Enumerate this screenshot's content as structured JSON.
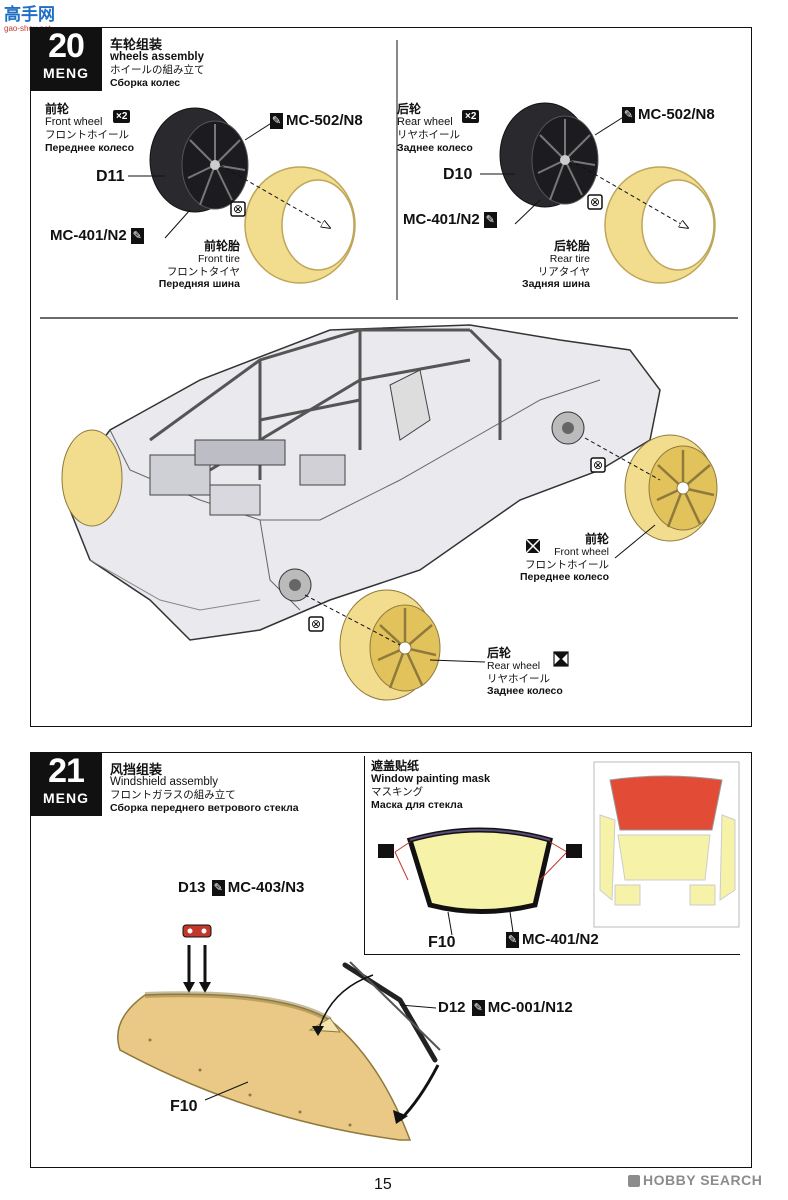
{
  "watermark_top": {
    "glyphs": "高手网",
    "url": "gao-shou.net"
  },
  "step20": {
    "number": "20",
    "brand": "MENG",
    "title_cn": "车轮组装",
    "title_en": "wheels assembly",
    "title_jp": "ホイールの組み立て",
    "title_ru": "Сборка колес",
    "front": {
      "cn": "前轮",
      "en": "Front wheel",
      "jp": "フロントホイール",
      "ru": "Переднее колесо",
      "qty": "×2",
      "part": "D11",
      "paint_outer": "MC-502/N8",
      "paint_inner": "MC-401/N2",
      "tire_cn": "前轮胎",
      "tire_en": "Front tire",
      "tire_jp": "フロントタイヤ",
      "tire_ru": "Передняя шина"
    },
    "rear": {
      "cn": "后轮",
      "en": "Rear wheel",
      "jp": "リヤホイール",
      "ru": "Заднее колесо",
      "qty": "×2",
      "part": "D10",
      "paint_outer": "MC-502/N8",
      "paint_inner": "MC-401/N2",
      "tire_cn": "后轮胎",
      "tire_en": "Rear tire",
      "tire_jp": "リアタイヤ",
      "tire_ru": "Задняя шина"
    },
    "callout_front": {
      "cn": "前轮",
      "en": "Front wheel",
      "jp": "フロントホイール",
      "ru": "Переднее колесо"
    },
    "callout_rear": {
      "cn": "后轮",
      "en": "Rear wheel",
      "jp": "リヤホイール",
      "ru": "Заднее колесо"
    }
  },
  "step21": {
    "number": "21",
    "brand": "MENG",
    "title_cn": "风挡组装",
    "title_en": "Windshield assembly",
    "title_jp": "フロントガラスの組み立て",
    "title_ru": "Сборка переднего ветрового стекла",
    "mask": {
      "cn": "遮盖贴纸",
      "en": "Window painting mask",
      "jp": "マスキング",
      "ru": "Маска для стекла",
      "part": "F10",
      "paint": "MC-401/N2"
    },
    "d13": {
      "part": "D13",
      "paint": "MC-403/N3"
    },
    "d12": {
      "part": "D12",
      "paint": "MC-001/N12"
    },
    "glass_part": "F10"
  },
  "page_number": "15",
  "footer_watermark": "HOBBY SEARCH",
  "colors": {
    "tire": "#f2dc8e",
    "wheel_gold": "#e2c25a",
    "wheel_dark": "#2a2a2e",
    "glass": "#e9c985",
    "mask_red": "#e24b35",
    "mask_yellow": "#f6f2a8",
    "outline": "#111111"
  }
}
